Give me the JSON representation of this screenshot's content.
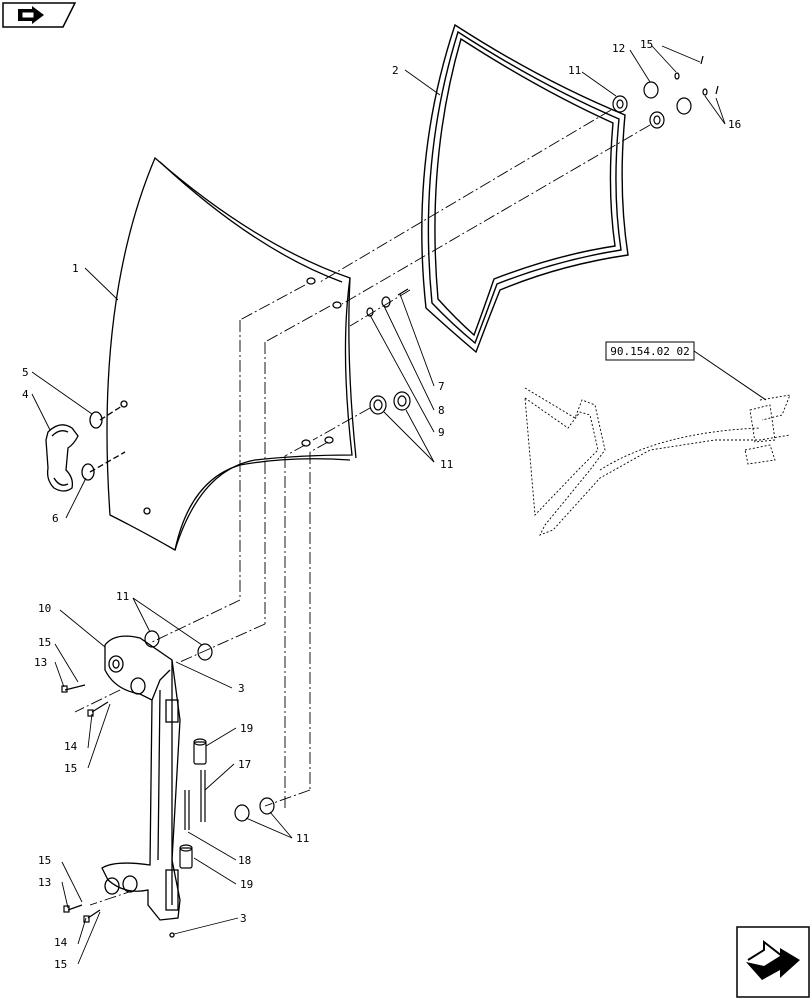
{
  "reference_box": {
    "text": "90.154.02 02"
  },
  "callouts": [
    {
      "id": "c1",
      "label": "1"
    },
    {
      "id": "c2",
      "label": "2"
    },
    {
      "id": "c3a",
      "label": "3"
    },
    {
      "id": "c3b",
      "label": "3"
    },
    {
      "id": "c4",
      "label": "4"
    },
    {
      "id": "c5",
      "label": "5"
    },
    {
      "id": "c6",
      "label": "6"
    },
    {
      "id": "c7",
      "label": "7"
    },
    {
      "id": "c8",
      "label": "8"
    },
    {
      "id": "c9",
      "label": "9"
    },
    {
      "id": "c10",
      "label": "10"
    },
    {
      "id": "c11a",
      "label": "11"
    },
    {
      "id": "c11b",
      "label": "11"
    },
    {
      "id": "c11c",
      "label": "11"
    },
    {
      "id": "c11d",
      "label": "11"
    },
    {
      "id": "c12",
      "label": "12"
    },
    {
      "id": "c13a",
      "label": "13"
    },
    {
      "id": "c13b",
      "label": "13"
    },
    {
      "id": "c14a",
      "label": "14"
    },
    {
      "id": "c14b",
      "label": "14"
    },
    {
      "id": "c15a",
      "label": "15"
    },
    {
      "id": "c15b",
      "label": "15"
    },
    {
      "id": "c15c",
      "label": "15"
    },
    {
      "id": "c15d",
      "label": "15"
    },
    {
      "id": "c15e",
      "label": "15"
    },
    {
      "id": "c16",
      "label": "16"
    },
    {
      "id": "c17",
      "label": "17"
    },
    {
      "id": "c18",
      "label": "18"
    },
    {
      "id": "c19a",
      "label": "19"
    },
    {
      "id": "c19b",
      "label": "19"
    }
  ],
  "icons": {
    "prev": "back-arrow-icon",
    "next": "forward-arrow-icon"
  }
}
